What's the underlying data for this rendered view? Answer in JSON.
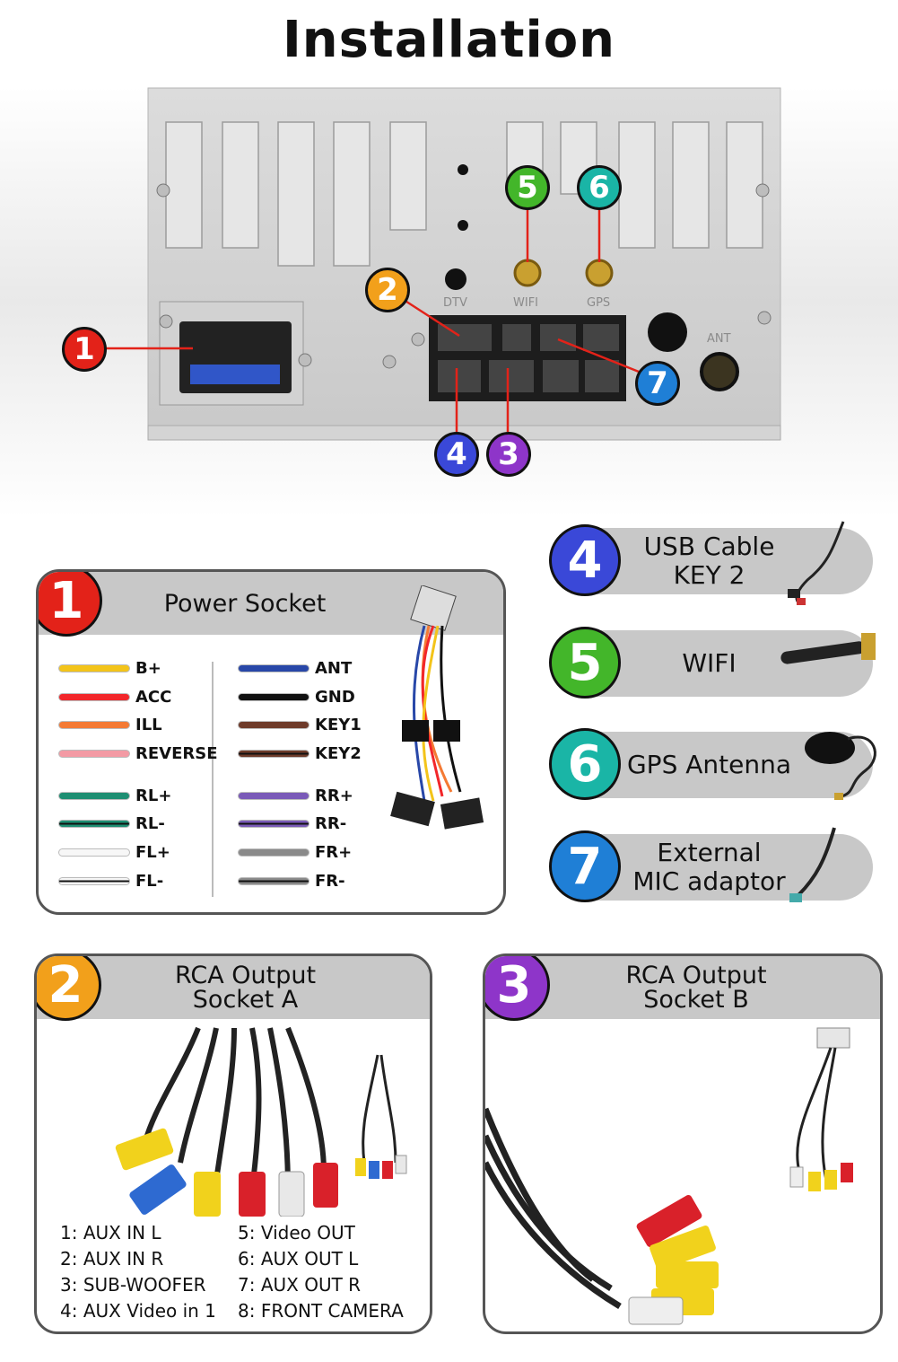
{
  "page": {
    "title": "Installation"
  },
  "panel": {
    "labels": {
      "dtv": "DTV",
      "wifi": "WIFI",
      "gps": "GPS",
      "ant": "ANT"
    },
    "badges": [
      {
        "num": "1",
        "color": "#e32219"
      },
      {
        "num": "2",
        "color": "#f2a01b"
      },
      {
        "num": "3",
        "color": "#8e35c9"
      },
      {
        "num": "4",
        "color": "#3a48d8"
      },
      {
        "num": "5",
        "color": "#43b62a"
      },
      {
        "num": "6",
        "color": "#1ab5a6"
      },
      {
        "num": "7",
        "color": "#1f7fd6"
      }
    ]
  },
  "power_socket": {
    "number": "1",
    "title": "Power Socket",
    "left_wires": [
      {
        "label": "B+",
        "color": "#f3c41a"
      },
      {
        "label": "ACC",
        "color": "#f2262a"
      },
      {
        "label": "ILL",
        "color": "#f47a34"
      },
      {
        "label": "REVERSE",
        "color": "#f39aa4"
      },
      {
        "label": "RL+",
        "color": "#1e8f73"
      },
      {
        "label": "RL-",
        "color": "#1e8f73",
        "stripe": "#111"
      },
      {
        "label": "FL+",
        "color": "#f7f7f7"
      },
      {
        "label": "FL-",
        "color": "#f7f7f7",
        "stripe": "#111"
      }
    ],
    "right_wires": [
      {
        "label": "ANT",
        "color": "#2847a8"
      },
      {
        "label": "GND",
        "color": "#111111"
      },
      {
        "label": "KEY1",
        "color": "#6e3b2a"
      },
      {
        "label": "KEY2",
        "color": "#6e3b2a",
        "stripe": "#111"
      },
      {
        "label": "RR+",
        "color": "#7a5ab8"
      },
      {
        "label": "RR-",
        "color": "#7a5ab8",
        "stripe": "#111"
      },
      {
        "label": "FR+",
        "color": "#8a8a8a"
      },
      {
        "label": "FR-",
        "color": "#8a8a8a",
        "stripe": "#111"
      }
    ]
  },
  "accessories": [
    {
      "number": "4",
      "color": "#3a48d8",
      "line1": "USB Cable",
      "line2": "KEY 2"
    },
    {
      "number": "5",
      "color": "#43b62a",
      "line1": "WIFI",
      "line2": ""
    },
    {
      "number": "6",
      "color": "#1ab5a6",
      "line1": "GPS Antenna",
      "line2": ""
    },
    {
      "number": "7",
      "color": "#1f7fd6",
      "line1": "External",
      "line2": "MIC adaptor"
    }
  ],
  "rca_a": {
    "number": "2",
    "title_line1": "RCA Output",
    "title_line2": "Socket A",
    "legend_left": [
      "1: AUX IN L",
      "2: AUX IN R",
      "3: SUB-WOOFER",
      "4: AUX Video in 1"
    ],
    "legend_right": [
      "5: Video OUT",
      "6: AUX OUT L",
      "7: AUX OUT R",
      "8: FRONT CAMERA"
    ]
  },
  "rca_b": {
    "number": "3",
    "title_line1": "RCA Output",
    "title_line2": "Socket B"
  }
}
